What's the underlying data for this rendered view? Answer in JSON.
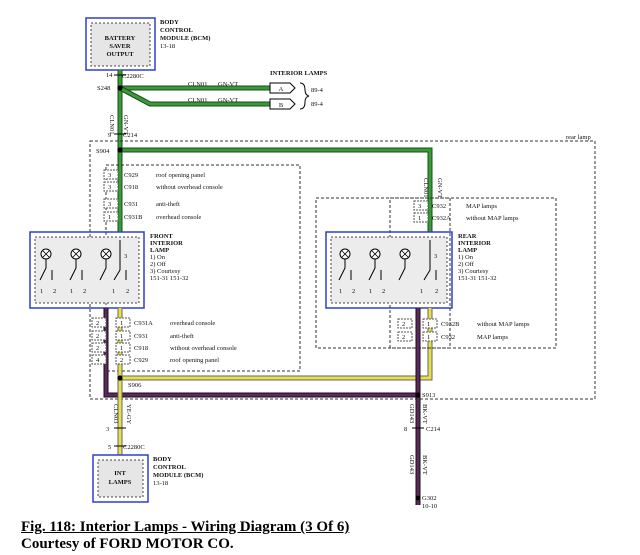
{
  "bcm_top": {
    "title": "BODY CONTROL MODULE (BCM)",
    "line1": "BODY",
    "line2": "CONTROL",
    "line3": "MODULE (BCM)",
    "ref": "13-18",
    "func1": "BATTERY",
    "func2": "SAVER",
    "func3": "OUTPUT"
  },
  "bcm_bottom": {
    "line1": "BODY",
    "line2": "CONTROL",
    "line3": "MODULE (BCM)",
    "ref": "13-18",
    "func1": "INT",
    "func2": "LAMPS"
  },
  "connectors": {
    "c2280c_top_pin": "14",
    "c2280c_top": "C2280C",
    "s248": "S248",
    "c214_top_pin": "9",
    "c214_top": "C214",
    "s904": "S904",
    "s906": "S906",
    "s913": "S913",
    "c214_bot_pin_left": "3",
    "c214_bot_pin_right": "8",
    "c214_bot": "C214",
    "c2280c_bot_pin": "5",
    "c2280c_bot": "C2280C",
    "g302": "G302",
    "g302_ref": "10-10"
  },
  "wires": {
    "cln01": "CLN01",
    "gn_vt": "GN-VT",
    "cln03": "CLN03",
    "ye_gy": "YE-GY",
    "gd143": "GD143",
    "bk_vt": "BK-VT"
  },
  "interior_lamps": {
    "title": "INTERIOR LAMPS",
    "a": "A",
    "b": "B",
    "ref": "89-4"
  },
  "rear_lamp_label": "rear lamp",
  "front_top_connectors": [
    {
      "pin_l": "3",
      "pin_r": "",
      "name": "C929",
      "note": "roof opening panel"
    },
    {
      "pin_l": "3",
      "pin_r": "",
      "name": "C918",
      "note": "without overhead console"
    },
    {
      "pin_l": "3",
      "pin_r": "",
      "name": "C931",
      "note": "anti-theft"
    },
    {
      "pin_l": "1",
      "pin_r": "",
      "name": "C931B",
      "note": "overhead console"
    }
  ],
  "front_bottom_connectors": [
    {
      "pin_l": "2",
      "pin_r": "1",
      "name": "C931A",
      "note": "overhead console"
    },
    {
      "pin_l": "2",
      "pin_r": "1",
      "name": "C931",
      "note": "anti-theft"
    },
    {
      "pin_l": "2",
      "pin_r": "1",
      "name": "C918",
      "note": "without overhead console"
    },
    {
      "pin_l": "4",
      "pin_r": "2",
      "name": "C929",
      "note": "roof opening panel"
    }
  ],
  "rear_top_connectors": [
    {
      "pin": "3",
      "name": "C932",
      "note": "MAP lamps"
    },
    {
      "pin": "1",
      "name": "C932A",
      "note": "without MAP lamps"
    }
  ],
  "rear_bottom_connectors": [
    {
      "pin_l": "2",
      "pin_r": "1",
      "name": "C932B",
      "note": "without MAP lamps"
    },
    {
      "pin_l": "2",
      "pin_r": "1",
      "name": "C932",
      "note": "MAP lamps"
    }
  ],
  "front_lamp": {
    "l1": "FRONT",
    "l2": "INTERIOR",
    "l3": "LAMP",
    "o1": "1) On",
    "o2": "2) Off",
    "o3": "3) Courtesy",
    "refs": "151-31  151-32",
    "pins": [
      "1",
      "2",
      "1",
      "2",
      "3",
      "1",
      "2"
    ],
    "top_pin": "3"
  },
  "rear_lamp": {
    "l1": "REAR",
    "l2": "INTERIOR",
    "l3": "LAMP",
    "o1": "1) On",
    "o2": "2) Off",
    "o3": "3) Courtesy",
    "refs": "151-31  151-32",
    "pins": [
      "1",
      "2",
      "1",
      "2",
      "3",
      "1",
      "2"
    ],
    "top_pin": "3"
  },
  "caption": {
    "line1": "Fig. 118: Interior Lamps - Wiring Diagram (3 Of 6)",
    "line2": "Courtesy of FORD MOTOR CO."
  },
  "colors": {
    "green": "#2e7d32",
    "yellow": "#e8e04a",
    "purple_black": "#3a1a3a",
    "blue_box": "#2f3fd0"
  }
}
